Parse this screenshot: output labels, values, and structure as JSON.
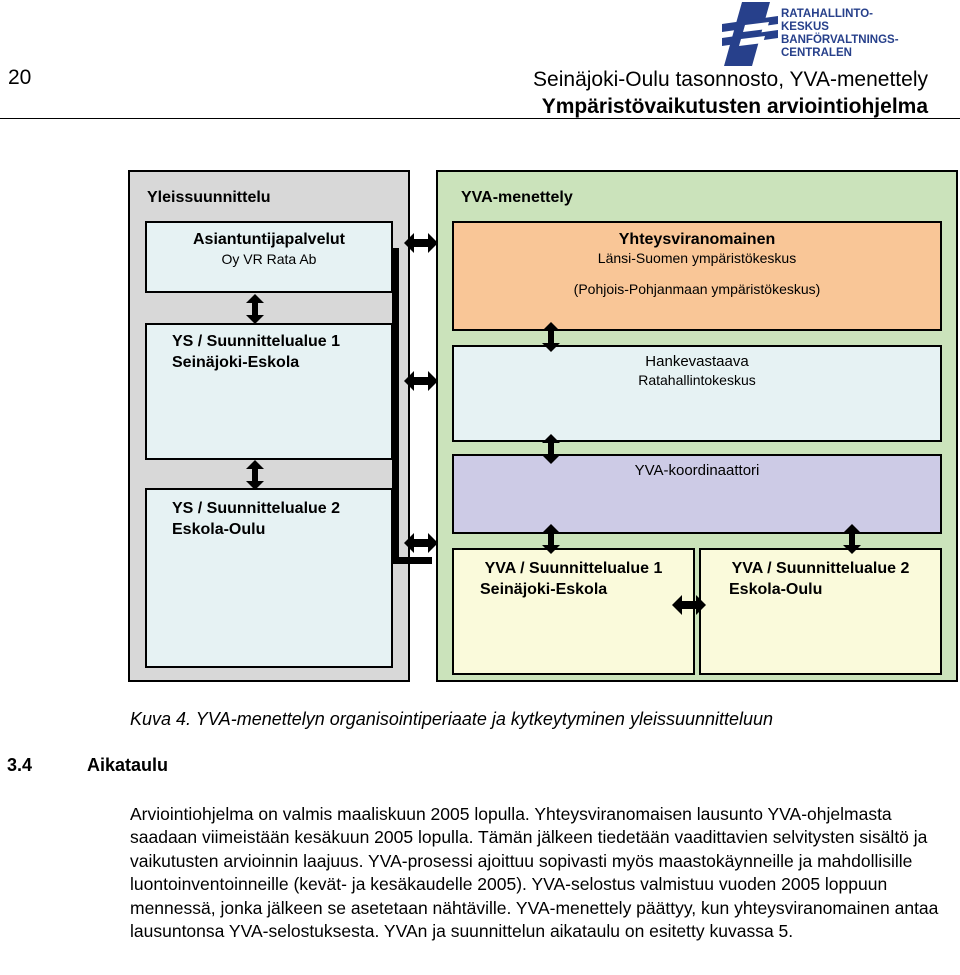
{
  "header": {
    "page_number": "20",
    "title": "Seinäjoki-Oulu tasonnosto, YVA-menettely",
    "subtitle": "Ympäristövaikutusten arviointiohjelma"
  },
  "logo": {
    "lines": [
      "RATAHALLINTO-",
      "KESKUS",
      "BANFÖRVALTNINGS-",
      "CENTRALEN"
    ],
    "color": "#27408b"
  },
  "diagram": {
    "left_panel": {
      "title": "Yleissuunnittelu",
      "consultant": {
        "line1": "Asiantuntijapalvelut",
        "line2": "Oy VR Rata Ab"
      },
      "ys1": {
        "line1": "YS / Suunnittelualue 1",
        "line2": "Seinäjoki-Eskola"
      },
      "ys2": {
        "line1": "YS / Suunnittelualue 2",
        "line2": "Eskola-Oulu"
      }
    },
    "right_panel": {
      "title": "YVA-menettely",
      "authority": {
        "line1": "Yhteysviranomainen",
        "line2": "Länsi-Suomen ympäristökeskus",
        "line3": "(Pohjois-Pohjanmaan ympäristökeskus)"
      },
      "developer": {
        "line1": "Hankevastaava",
        "line2": "Ratahallintokeskus"
      },
      "coordinator": "YVA-koordinaattori",
      "yva1": {
        "line1": "YVA / Suunnittelualue 1",
        "line2": "Seinäjoki-Eskola"
      },
      "yva2": {
        "line1": "YVA / Suunnittelualue 2",
        "line2": "Eskola-Oulu"
      }
    },
    "colors": {
      "left_bg": "#d8d8d8",
      "right_bg": "#cbe3bb",
      "authority_bg": "#f9c697",
      "box_blue": "#e6f2f3",
      "coordinator_bg": "#cdcbe6",
      "yva_box_bg": "#fafadb"
    }
  },
  "caption": "Kuva 4. YVA-menettelyn organisointiperiaate ja kytkeytyminen yleissuunnitteluun",
  "section": {
    "number": "3.4",
    "title": "Aikataulu"
  },
  "body_text": "Arviointiohjelma on valmis maaliskuun 2005 lopulla. Yhteysviranomaisen lausunto YVA-ohjelmasta saadaan viimeistään kesäkuun 2005 lopulla. Tämän jälkeen tiedetään vaadittavien selvitysten sisältö ja vaikutusten arvioinnin laajuus. YVA-prosessi ajoittuu sopivasti myös maastokäynneille ja mahdollisille luontoinventoinneille (kevät- ja kesäkaudelle 2005). YVA-selostus valmistuu vuoden 2005 loppuun mennessä, jonka jälkeen se asetetaan nähtäville. YVA-menettely päättyy, kun yhteysviranomainen antaa lausuntonsa YVA-selostuksesta. YVAn ja suunnittelun aikataulu on esitetty kuvassa 5."
}
